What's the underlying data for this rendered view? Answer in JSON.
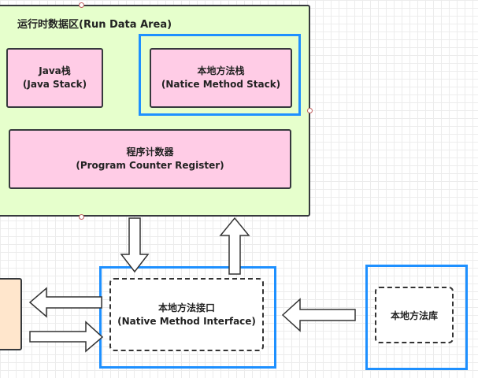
{
  "runtime_area": {
    "title": "运行时数据区(Run Data Area)"
  },
  "java_stack": {
    "line1": "Java栈",
    "line2": "(Java Stack)"
  },
  "native_stack": {
    "line1": "本地方法栈",
    "line2": "(Natice Method Stack)"
  },
  "pc_register": {
    "line1": "程序计数器",
    "line2": "(Program Counter Register)"
  },
  "native_interface": {
    "line1": "本地方法接口",
    "line2": "(Native Method Interface)"
  },
  "native_library": {
    "label": "本地方法库"
  },
  "colors": {
    "runtime_fill": "#e6ffcc",
    "block_fill": "#ffcce6",
    "partial_fill": "#ffe6cc",
    "highlight_border": "#1e90ff",
    "stroke": "#36393d"
  }
}
